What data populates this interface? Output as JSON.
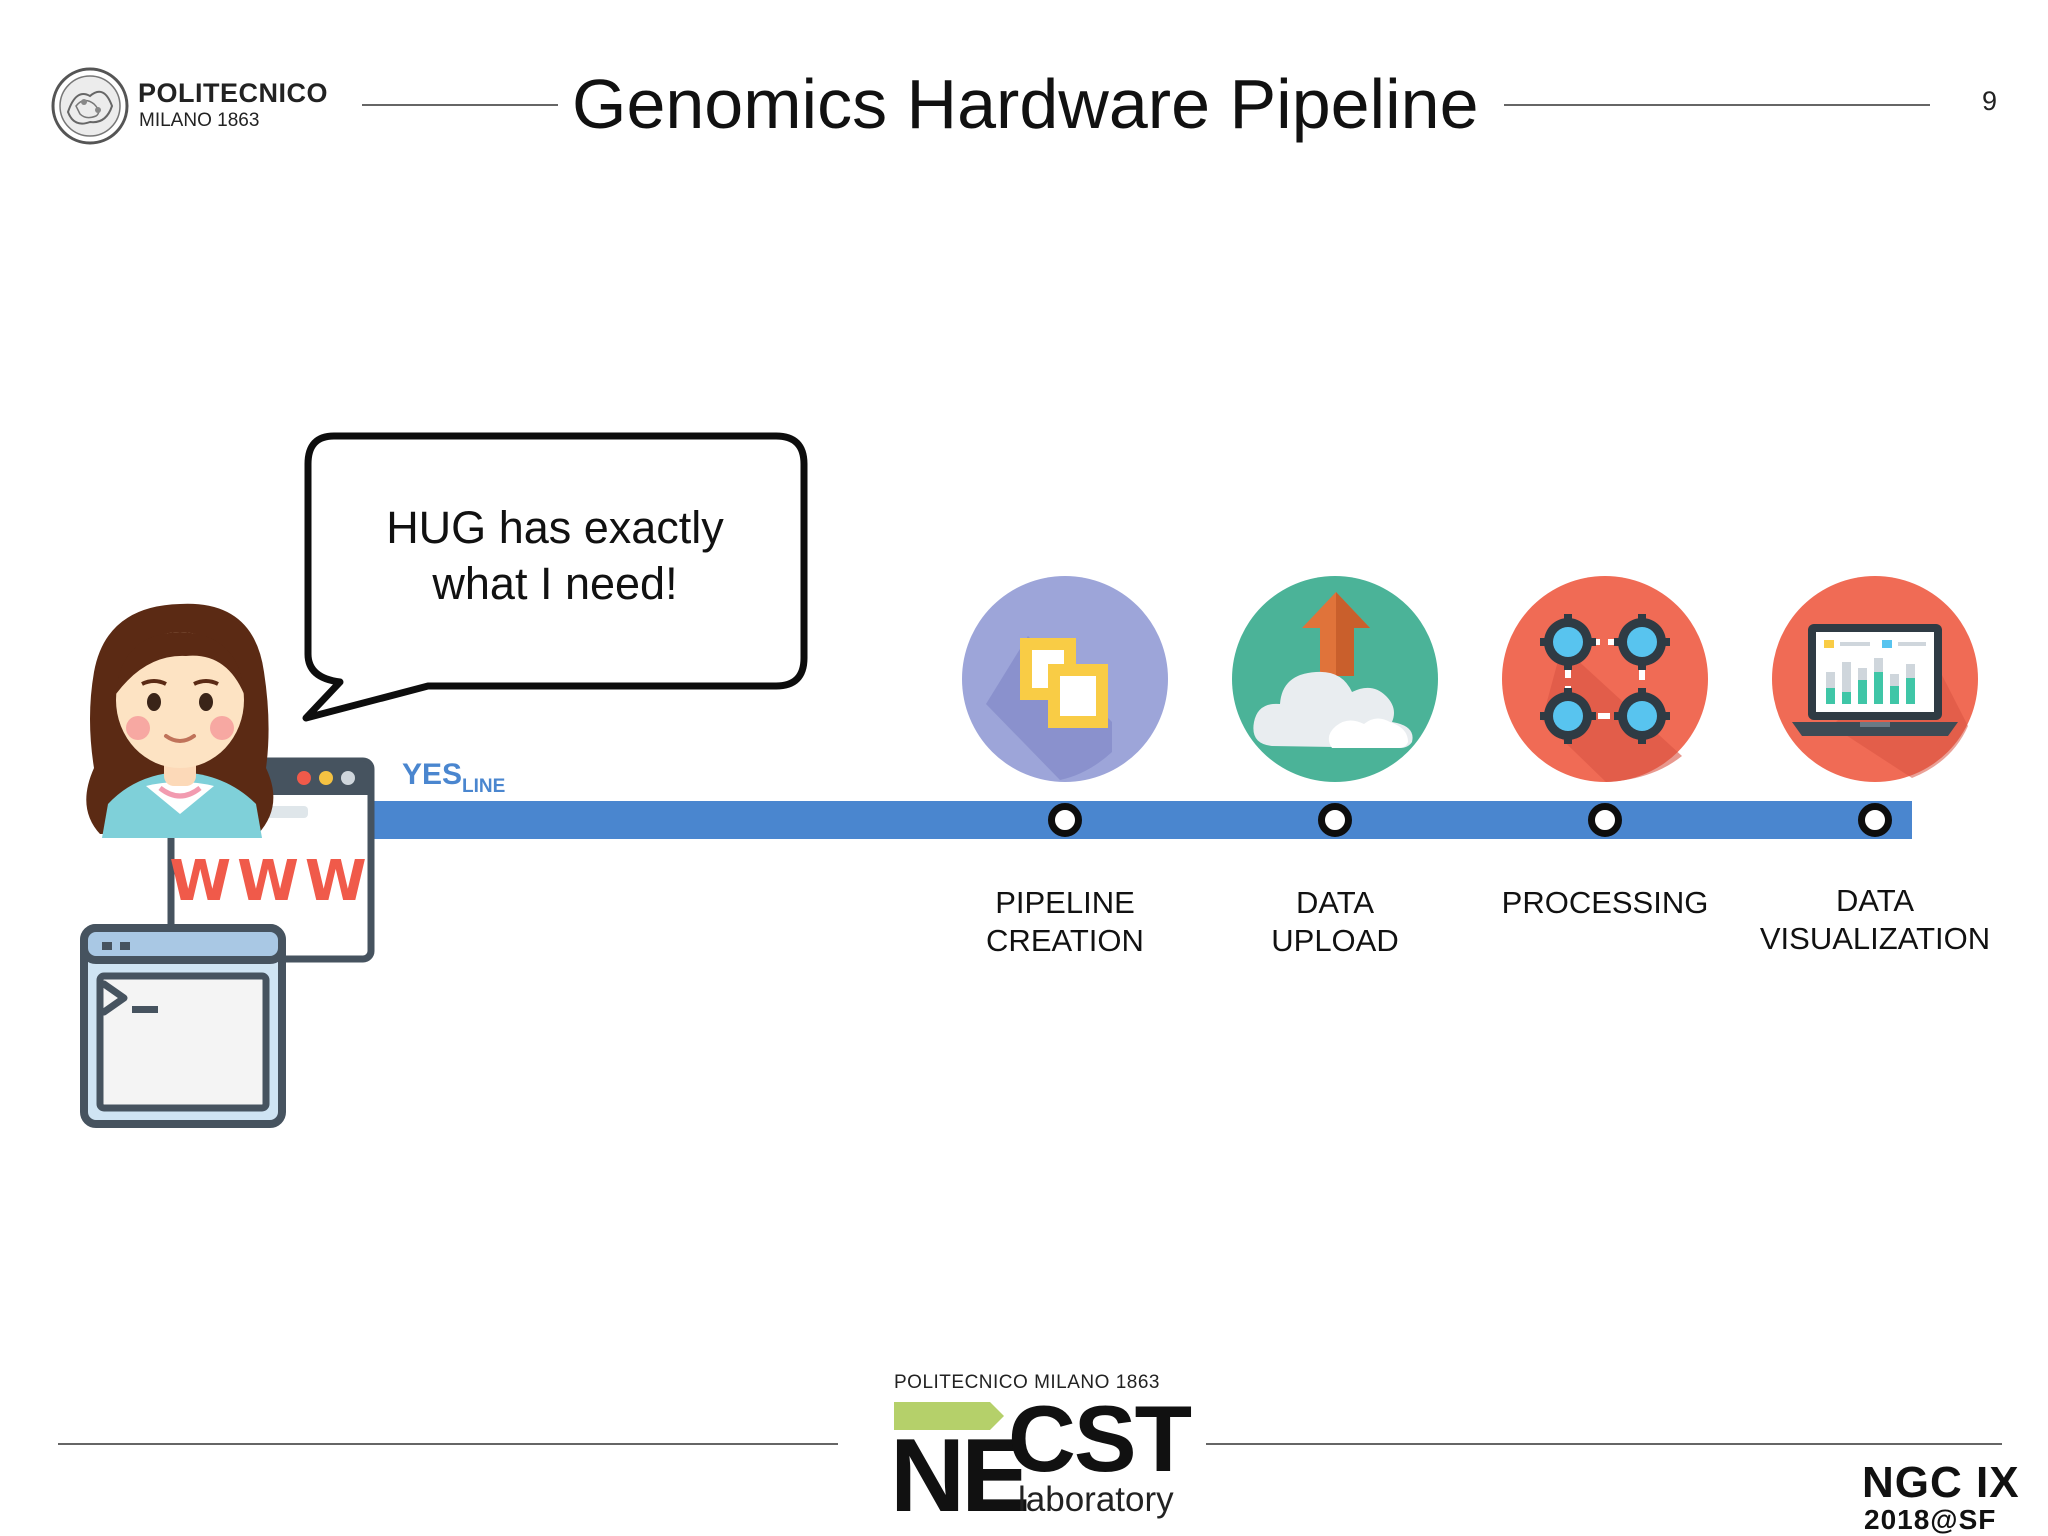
{
  "header": {
    "logo_name": "POLITECNICO",
    "logo_sub": "MILANO 1863",
    "title": "Genomics Hardware Pipeline",
    "page_number": "9"
  },
  "speech": {
    "line1": "HUG has exactly",
    "line2": "what I need!"
  },
  "browser": {
    "text": "WWW"
  },
  "timeline": {
    "label_main": "YES",
    "label_sub": "LINE",
    "color": "#4a86cf"
  },
  "steps": [
    {
      "line1": "PIPELINE",
      "line2": "CREATION",
      "icon": "copy-squares-icon",
      "color": "#9da5d9"
    },
    {
      "line1": "DATA",
      "line2": "UPLOAD",
      "icon": "cloud-upload-icon",
      "color": "#4bb398"
    },
    {
      "line1": "PROCESSING",
      "line2": "",
      "icon": "gears-processing-icon",
      "color": "#f06b55"
    },
    {
      "line1": "DATA",
      "line2": "VISUALIZATION",
      "icon": "laptop-chart-icon",
      "color": "#f06b55"
    }
  ],
  "footer": {
    "necst_caption": "POLITECNICO MILANO 1863",
    "necst_ne": "NE",
    "necst_cst": "CST",
    "necst_lab": "laboratory",
    "ngc_title": "NGC IX",
    "ngc_sub": "2018@SF"
  }
}
